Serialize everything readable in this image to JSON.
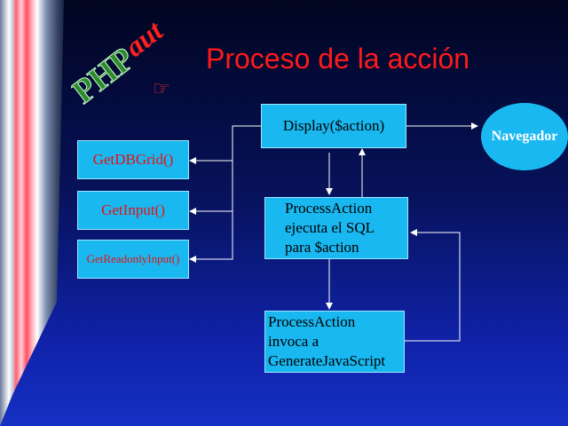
{
  "logo": {
    "text_main": "PHP",
    "text_accent": "aut"
  },
  "title": "Proceso de la acción",
  "pointer_glyph": "☞",
  "nodes": {
    "display": "Display($action)",
    "navegador": "Navegador",
    "getdbgrid": "GetDBGrid()",
    "getinput": "GetInput()",
    "getreadonlyinput": "GetReadonlyInput()",
    "process_sql": [
      "ProcessAction",
      "ejecuta el SQL",
      "para $action"
    ],
    "process_js": [
      "ProcessAction",
      "invoca a",
      "GenerateJavaScript"
    ]
  },
  "colors": {
    "box_fill": "#19b8f0",
    "title_red": "#ff1a1a",
    "label_red": "#e81010",
    "arrow": "#ffffff",
    "logo_green": "#2e8a2e"
  }
}
